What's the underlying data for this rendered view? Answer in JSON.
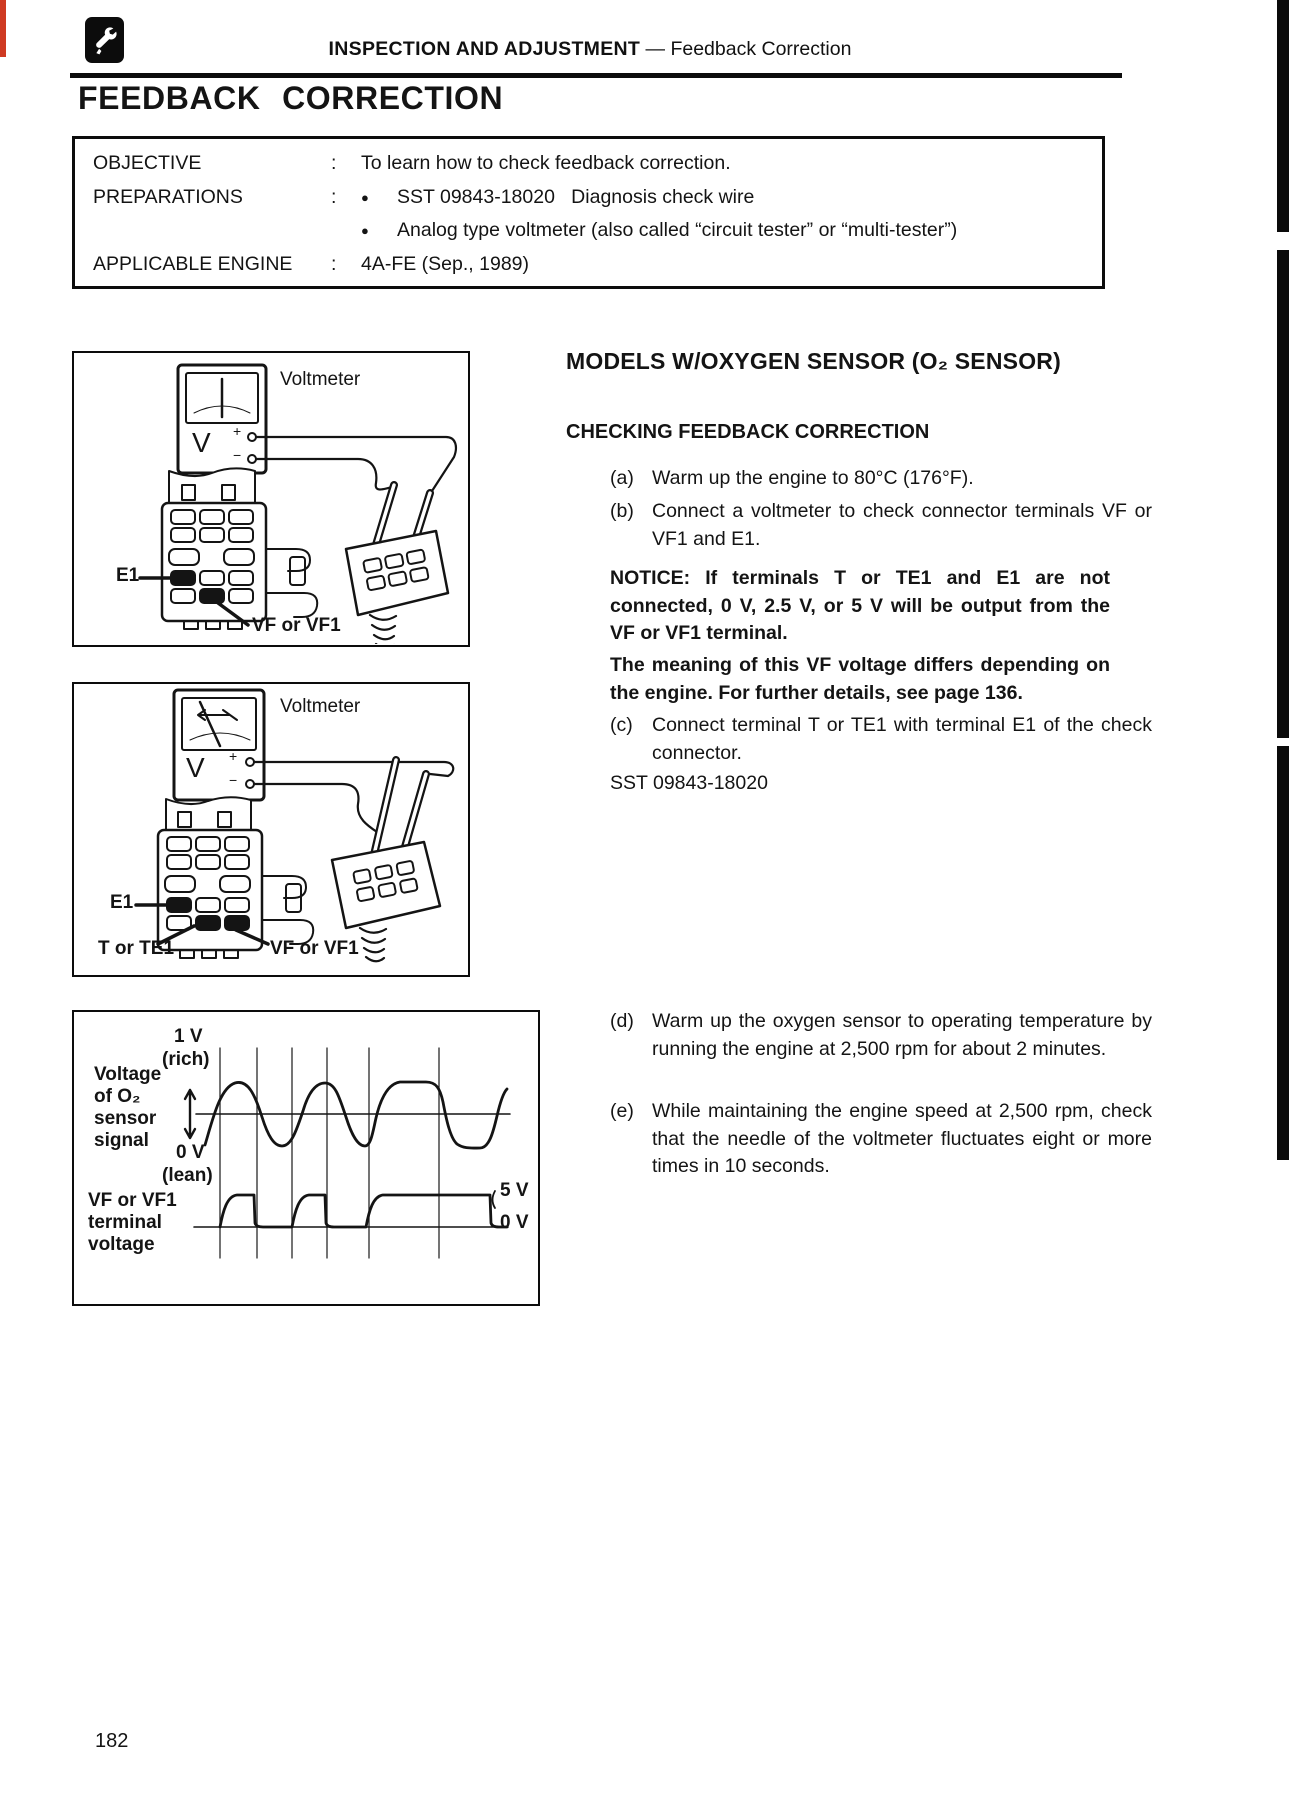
{
  "header": {
    "icon": "wrench-tools-icon",
    "section": "INSPECTION AND ADJUSTMENT",
    "subsection": " — Feedback Correction"
  },
  "page_title": "FEEDBACK CORRECTION",
  "info_box": {
    "colon": ":",
    "bullet": "●",
    "objective_label": "OBJECTIVE",
    "objective_value": "To learn how to check feedback correction.",
    "preparations_label": "PREPARATIONS",
    "preparation_1": "SST 09843-18020   Diagnosis check wire",
    "preparation_2": "Analog type voltmeter (also called “circuit tester” or “multi-tester”)",
    "engine_label": "APPLICABLE ENGINE",
    "engine_value": "4A-FE (Sep., 1989)"
  },
  "section": {
    "title": "MODELS W/OXYGEN SENSOR (O₂ SENSOR)",
    "subtitle": "CHECKING FEEDBACK CORRECTION",
    "step_a_label": "(a)",
    "step_a": "Warm up the engine to 80°C (176°F).",
    "step_b_label": "(b)",
    "step_b": "Connect a voltmeter to check connector terminals VF or VF1 and E1.",
    "notice": "NOTICE: If terminals T or TE1 and E1 are not connected, 0 V, 2.5 V, or 5 V will be output from the VF or VF1 terminal.",
    "note": "The meaning of this VF voltage differs depending on the engine. For further details, see page 136.",
    "step_c_label": "(c)",
    "step_c": "Connect terminal T or TE1 with terminal E1 of the check connector.",
    "sst": "SST 09843-18020",
    "step_d_label": "(d)",
    "step_d": "Warm up the oxygen sensor to operating temperature by running the engine at 2,500 rpm for about 2 minutes.",
    "step_e_label": "(e)",
    "step_e": "While maintaining the engine speed at 2,500 rpm, check that the needle of the voltmeter fluctuates eight or more times in 10 seconds."
  },
  "fig1": {
    "caption": "Voltmeter",
    "meter": "V",
    "plus": "+",
    "minus": "−",
    "e1": "E1",
    "vf": "VF or VF1"
  },
  "fig2": {
    "caption": "Voltmeter",
    "meter": "V",
    "plus": "+",
    "minus": "−",
    "e1": "E1",
    "t": "T or TE1",
    "vf": "VF or VF1"
  },
  "fig3": {
    "rich_v": "1 V",
    "rich": "(rich)",
    "o2_axis": "Voltage\nof O₂\nsensor\nsignal",
    "lean_v": "0 V",
    "lean": "(lean)",
    "vf_axis": "VF or VF1\nterminal\nvoltage",
    "v5": "5 V",
    "v0": "0 V"
  },
  "chart_data": {
    "type": "line",
    "title": "Oxygen sensor feedback waveforms",
    "series": [
      {
        "name": "Voltage of O₂ sensor signal",
        "y_levels": [
          "1 V (rich)",
          "0 V (lean)"
        ],
        "pattern": "smooth oscillation crossing the mid reference line, long rich plateau near the right"
      },
      {
        "name": "VF or VF1 terminal voltage",
        "y_levels": [
          "5 V",
          "0 V"
        ],
        "pattern": "square wave in phase with the O₂ sensor signal"
      }
    ],
    "grid": "vertical gridlines only",
    "legend_position": "left axis labels"
  },
  "page_number": "182"
}
